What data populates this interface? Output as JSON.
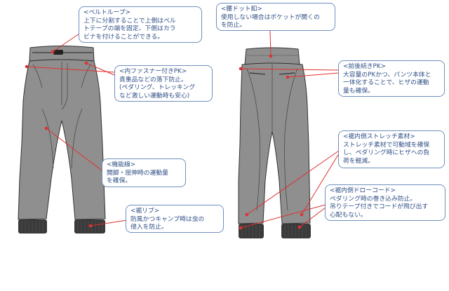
{
  "colors": {
    "callout_text": "#2f4f86",
    "callout_border": "#6f8fbf",
    "leader_line": "#e03030",
    "pants_fill": "#8f8f8f",
    "pants_stroke": "#333333",
    "cuff": "#3a3a3a"
  },
  "callouts": {
    "belt_loop": {
      "title": "<ベルトループ>",
      "body": "上下に分割することで上側はベル\nトテープの端を固定、下側はカラ\nビナを付けることができる。"
    },
    "inner_zip_pocket": {
      "title": "<内ファスナー付きPK>",
      "body": "貴重品などの落下防止。\n(ペダリング、トレッキング\nなど激しい運動時も安心)"
    },
    "functional_line": {
      "title": "<機能線>",
      "body": "開脚・屈伸時の運動量\nを確保。"
    },
    "hem_rib": {
      "title": "<裾リブ>",
      "body": "防風かつキャンプ時は虫の\n侵入を防止。"
    },
    "waist_dot_button": {
      "title": "<腰ドット釦>",
      "body": "使用しない場合はポケットが開くの\nを防止。"
    },
    "front_back_pocket": {
      "title": "<前後続きPK>",
      "body": "大容量のPKかつ、パンツ本体と\n一体化することで、ヒザの運動\n量も確保。"
    },
    "inner_hem_stretch": {
      "title": "<裾内側ストレッチ素材>",
      "body": "ストレッチ素材で可動域を確保\nし、ペダリング時にヒザへの負\n荷を軽減。"
    },
    "inner_hem_drawcord": {
      "title": "<裾内側ドローコード>",
      "body": "ペダリング時の巻き込み防止。\n吊りテープ付きでコードが飛び出す\n心配もない。"
    }
  }
}
